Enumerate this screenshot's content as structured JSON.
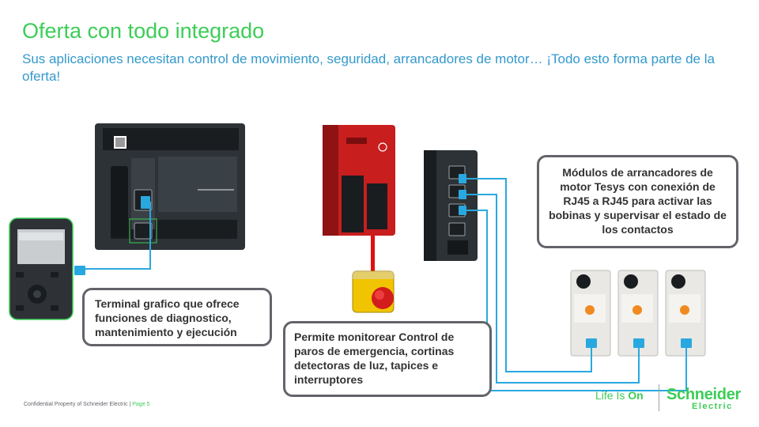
{
  "slide": {
    "title": "Oferta con todo integrado",
    "subtitle": "Sus aplicaciones necesitan control de movimiento, seguridad, arrancadores de motor… ¡Todo esto forma parte de la oferta!"
  },
  "callouts": {
    "terminal": "Terminal grafico que ofrece funciones de diagnostico, mantenimiento y ejecución",
    "safety": "Permite monitorear Control de paros de emergencia, cortinas detectoras de luz, tapices e interruptores",
    "starters": "Módulos de arrancadores de motor Tesys con conexión de RJ45 a RJ45 para activar las bobinas y supervisar el estado de los contactos"
  },
  "footer": {
    "text": "Confidential  Property of Schneider  Electric |",
    "page": "Page 5"
  },
  "brand": {
    "tagline_a": "Life Is ",
    "tagline_b": "On",
    "name": "Schneider",
    "sub": "Electric"
  },
  "colors": {
    "green": "#3dcd58",
    "blue": "#3399cc",
    "cable": "#29a8e0",
    "border": "#626469",
    "module_red": "#d02222"
  },
  "icons": [
    "hmi-terminal",
    "plc-controller",
    "safety-module",
    "emergency-stop-button",
    "ethernet-switch-module",
    "motor-starter"
  ]
}
